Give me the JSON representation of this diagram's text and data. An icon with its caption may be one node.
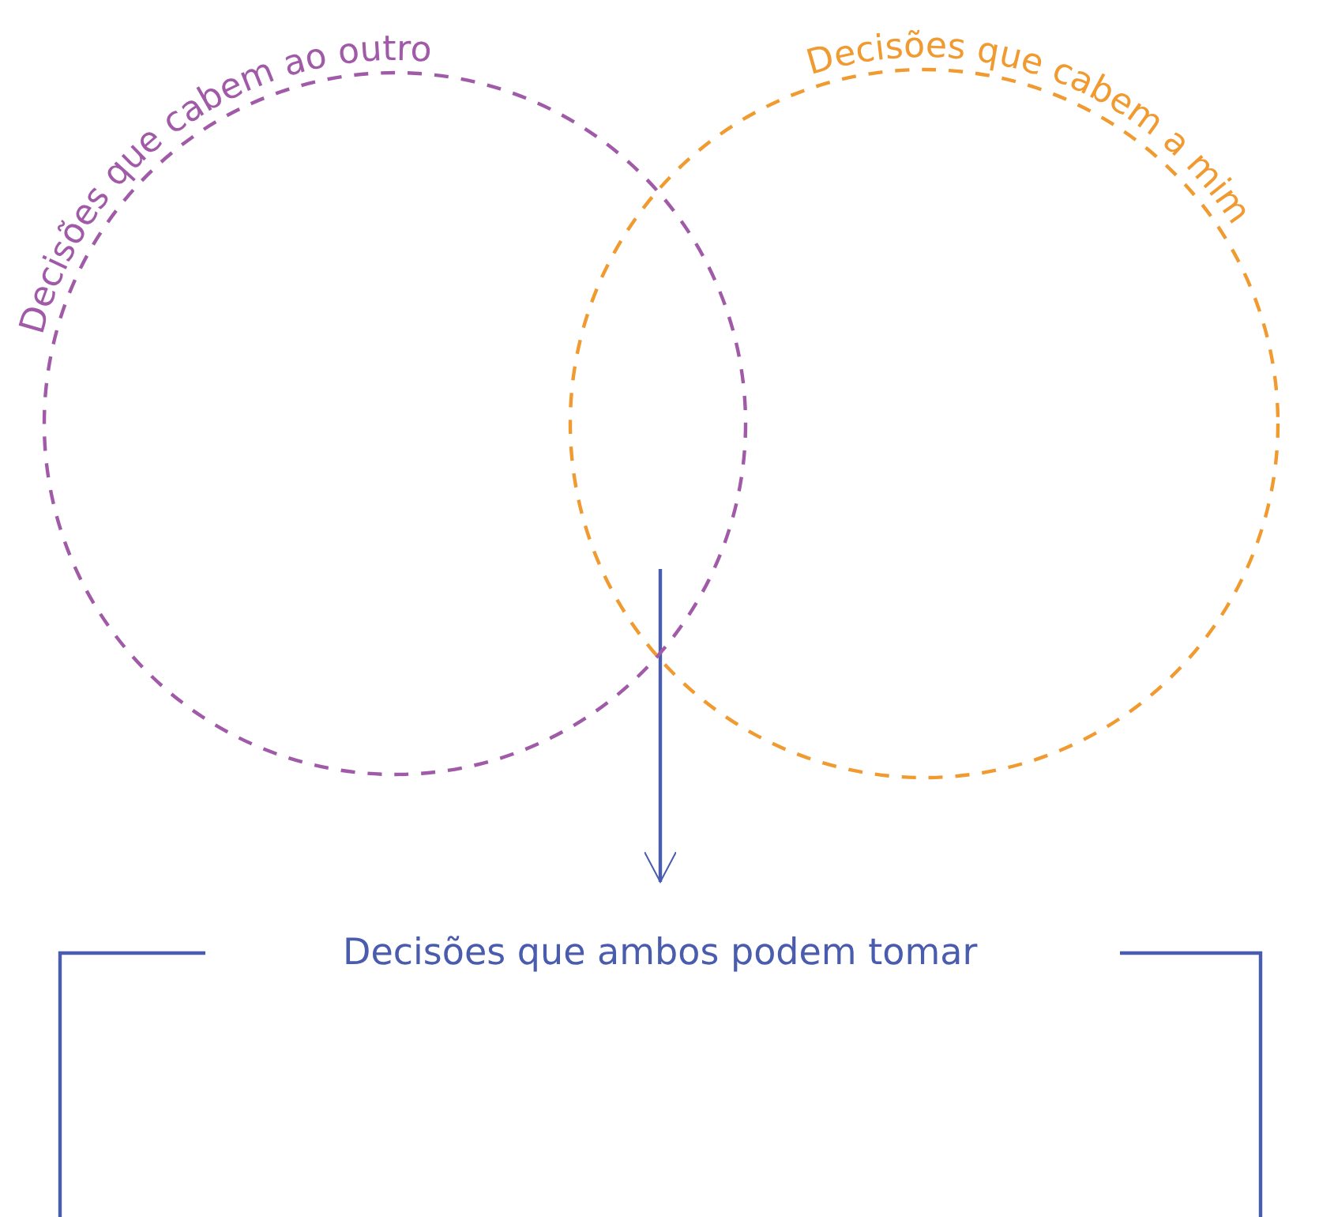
{
  "diagram": {
    "nodes": [
      {
        "text": [
          "Decisões que cabem ao outro"
        ]
      },
      {
        "text": [
          "Decisões que cabem a mim"
        ]
      },
      {
        "text": [
          "Decisões que ambos podem tomar"
        ]
      }
    ],
    "edges": [
      {
        "from": 0,
        "to": 2,
        "arrow": "to"
      },
      {
        "from": 1,
        "to": 2,
        "arrow": "to"
      }
    ]
  }
}
